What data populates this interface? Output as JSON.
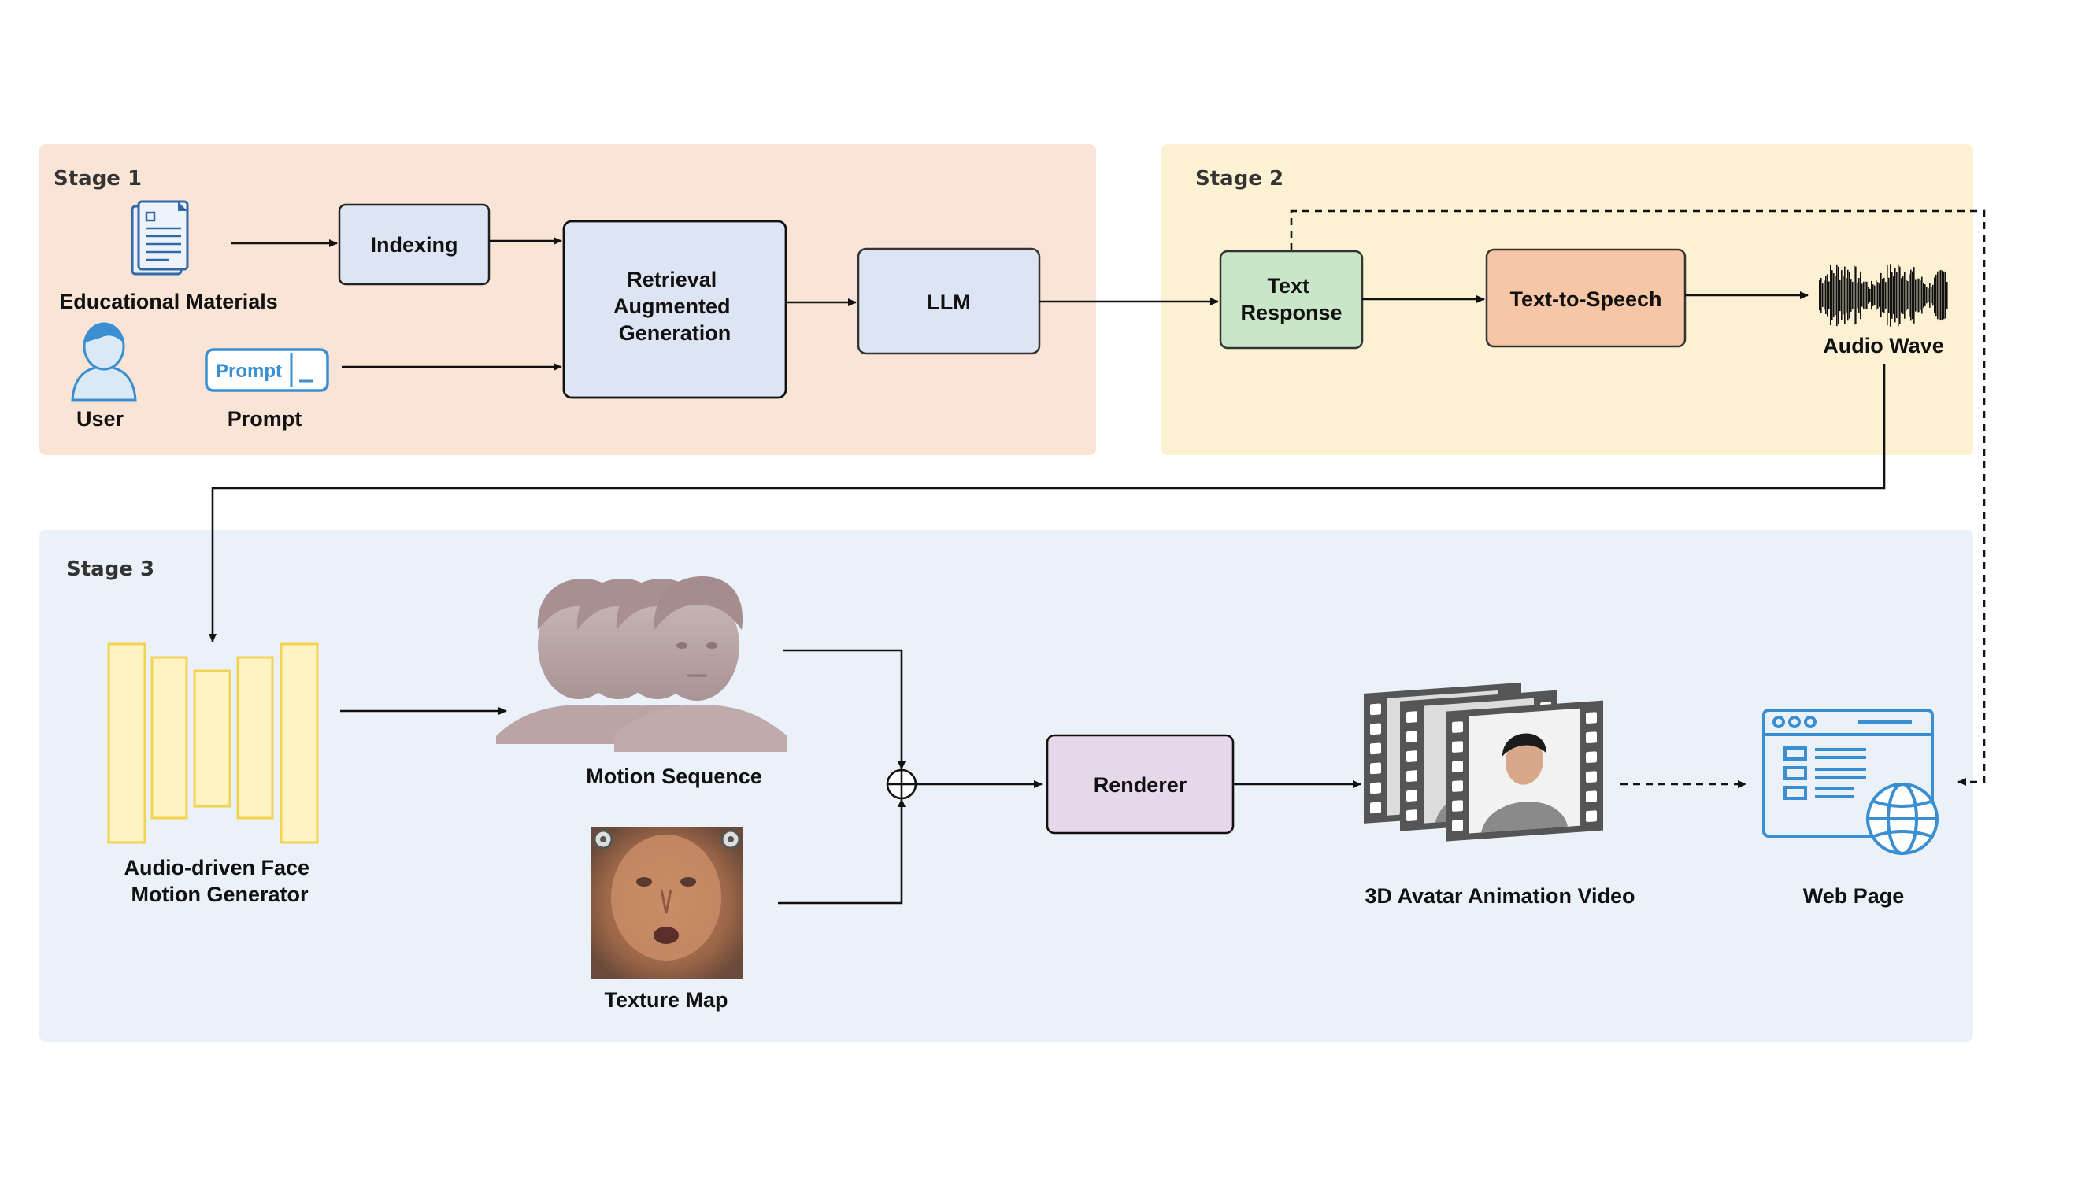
{
  "stages": {
    "stage1": "Stage 1",
    "stage2": "Stage 2",
    "stage3": "Stage 3"
  },
  "stage1": {
    "educational_materials": "Educational Materials",
    "user": "User",
    "prompt_icon_text": "Prompt",
    "prompt": "Prompt",
    "indexing": "Indexing",
    "rag_lines": [
      "Retrieval",
      "Augmented",
      "Generation"
    ],
    "llm": "LLM"
  },
  "stage2": {
    "text_response_lines": [
      "Text",
      "Response"
    ],
    "tts": "Text-to-Speech",
    "audio_wave": "Audio Wave"
  },
  "stage3": {
    "generator_lines": [
      "Audio-driven Face",
      "Motion Generator"
    ],
    "motion_sequence": "Motion Sequence",
    "texture_map": "Texture Map",
    "renderer": "Renderer",
    "video": "3D Avatar Animation Video",
    "web_page": "Web Page"
  },
  "colors": {
    "stage1_bg": "#f9e4d6",
    "stage2_bg": "#fdf1d3",
    "stage3_bg": "#eaf1f9",
    "indexing_fill": "#dde5f4",
    "rag_fill": "#dde5f4",
    "llm_fill": "#dde5f4",
    "text_response_fill": "#c9e6c9",
    "tts_fill": "#f6c6a6",
    "renderer_fill": "#e6d8ea",
    "generator_fill": "#fff3c4",
    "generator_stroke": "#f2d34f",
    "icon_blue": "#3a8ed2"
  }
}
